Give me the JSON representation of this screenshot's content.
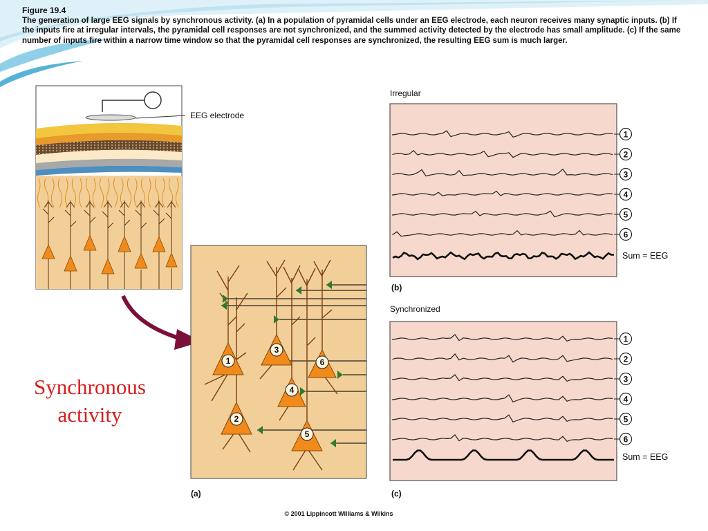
{
  "caption": {
    "figure_label": "Figure 19.4",
    "text": "The generation of large EEG signals by synchronous activity. (a) In a population of pyramidal cells under an EEG electrode, each neuron receives many synaptic inputs. (b) If the inputs fire at irregular intervals, the pyramidal cell responses are not synchronized, and the summed activity detected by the electrode has small amplitude. (c) If the same number of inputs fire within a narrow time window so that the pyramidal cell responses are synchronized, the resulting EEG sum is much larger."
  },
  "left_label": {
    "line1": "Synchronous",
    "line2": "activity"
  },
  "panel_a": {
    "electrode_label": "EEG electrode",
    "panel_label": "(a)",
    "neuron_numbers": [
      "1",
      "2",
      "3",
      "4",
      "5",
      "6"
    ]
  },
  "panel_b": {
    "title": "Irregular",
    "panel_label": "(b)",
    "trace_numbers": [
      "1",
      "2",
      "3",
      "4",
      "5",
      "6"
    ],
    "sum_label": "Sum = EEG"
  },
  "panel_c": {
    "title": "Synchronized",
    "panel_label": "(c)",
    "trace_numbers": [
      "1",
      "2",
      "3",
      "4",
      "5",
      "6"
    ],
    "sum_label": "Sum = EEG"
  },
  "copyright": "© 2001 Lippincott Williams & Wilkins",
  "colors": {
    "title_red": "#d81e1e",
    "panel_pink": "#f6d9cc",
    "tissue_tan": "#f2cf98",
    "neuron_orange": "#f08a1a",
    "synapse_green": "#2f7a2f",
    "arrow_maroon": "#7a0f3a"
  }
}
